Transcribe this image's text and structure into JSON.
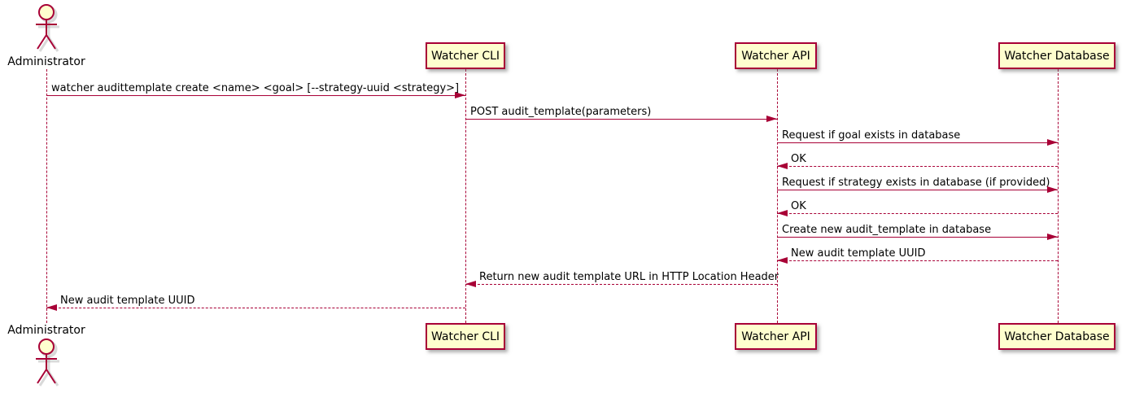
{
  "colors": {
    "accent": "#A80036",
    "participant_fill": "#FEFECE",
    "text": "#000000"
  },
  "actor": {
    "label": "Administrator"
  },
  "participants": [
    {
      "label": "Watcher CLI"
    },
    {
      "label": "Watcher API"
    },
    {
      "label": "Watcher Database"
    }
  ],
  "messages": [
    {
      "from": "Administrator",
      "to": "Watcher CLI",
      "line": "solid",
      "direction": "right",
      "text": "watcher audittemplate create <name> <goal> [--strategy-uuid <strategy>]"
    },
    {
      "from": "Watcher CLI",
      "to": "Watcher API",
      "line": "solid",
      "direction": "right",
      "text": "POST audit_template(parameters)"
    },
    {
      "from": "Watcher API",
      "to": "Watcher Database",
      "line": "solid",
      "direction": "right",
      "text": "Request if goal exists in database"
    },
    {
      "from": "Watcher Database",
      "to": "Watcher API",
      "line": "dashed",
      "direction": "left",
      "text": "OK"
    },
    {
      "from": "Watcher API",
      "to": "Watcher Database",
      "line": "solid",
      "direction": "right",
      "text": "Request if strategy exists in database (if provided)"
    },
    {
      "from": "Watcher Database",
      "to": "Watcher API",
      "line": "dashed",
      "direction": "left",
      "text": "OK"
    },
    {
      "from": "Watcher API",
      "to": "Watcher Database",
      "line": "solid",
      "direction": "right",
      "text": "Create new audit_template in database"
    },
    {
      "from": "Watcher Database",
      "to": "Watcher API",
      "line": "dashed",
      "direction": "left",
      "text": "New audit template UUID"
    },
    {
      "from": "Watcher API",
      "to": "Watcher CLI",
      "line": "dashed",
      "direction": "left",
      "text": "Return new audit template URL in HTTP Location Header"
    },
    {
      "from": "Watcher CLI",
      "to": "Administrator",
      "line": "dashed",
      "direction": "left",
      "text": "New audit template UUID"
    }
  ]
}
